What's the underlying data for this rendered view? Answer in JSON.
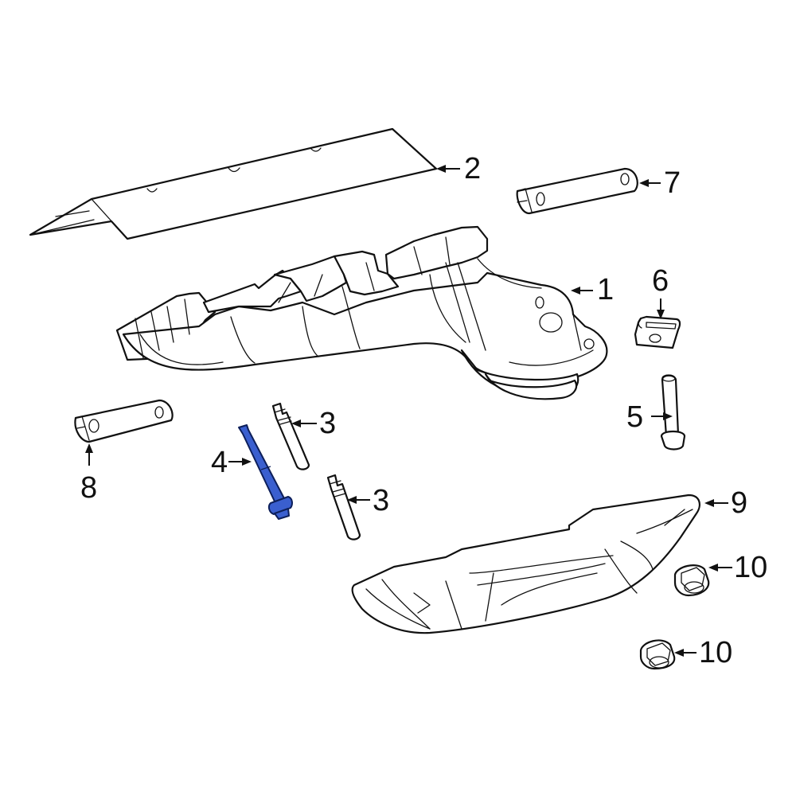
{
  "diagram": {
    "type": "exploded-parts-diagram",
    "highlight_color": "#3a5fcf",
    "highlighted_part": "4",
    "callouts": [
      {
        "id": "c1",
        "label": "1",
        "part": "exhaust-manifold"
      },
      {
        "id": "c2",
        "label": "2",
        "part": "heat-shield-upper"
      },
      {
        "id": "c3a",
        "label": "3",
        "part": "stud-upper"
      },
      {
        "id": "c3b",
        "label": "3",
        "part": "stud-lower"
      },
      {
        "id": "c4",
        "label": "4",
        "part": "bolt-highlighted"
      },
      {
        "id": "c5",
        "label": "5",
        "part": "bolt"
      },
      {
        "id": "c6",
        "label": "6",
        "part": "clip"
      },
      {
        "id": "c7",
        "label": "7",
        "part": "spacer-right"
      },
      {
        "id": "c8",
        "label": "8",
        "part": "spacer-left"
      },
      {
        "id": "c9",
        "label": "9",
        "part": "heat-shield-lower"
      },
      {
        "id": "c10a",
        "label": "10",
        "part": "flange-nut-upper"
      },
      {
        "id": "c10b",
        "label": "10",
        "part": "flange-nut-lower"
      }
    ]
  }
}
